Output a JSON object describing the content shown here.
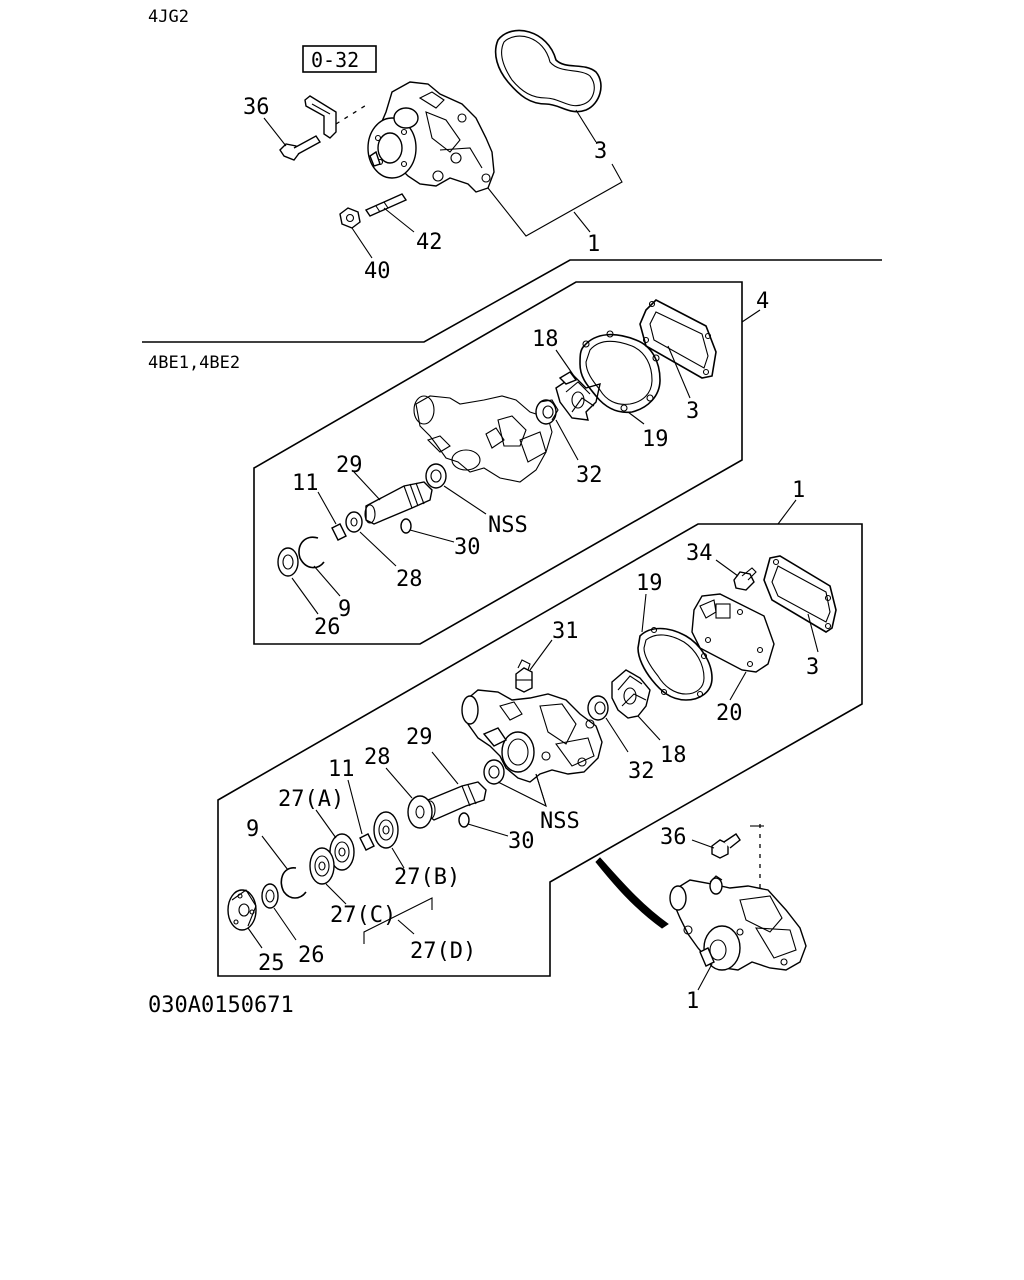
{
  "sections": {
    "top": "4JG2",
    "middle": "4BE1,4BE2"
  },
  "ref_box": "0-32",
  "figure_id": "030A0150671",
  "callouts": {
    "top": {
      "c36": "36",
      "c3": "3",
      "c1": "1",
      "c42": "42",
      "c40": "40"
    },
    "middle": {
      "c4": "4",
      "c18": "18",
      "c3": "3",
      "c19": "19",
      "c32": "32",
      "c29": "29",
      "c11": "11",
      "cNSS": "NSS",
      "c30": "30",
      "c28": "28",
      "c9": "9",
      "c26": "26"
    },
    "bottom": {
      "c1": "1",
      "c34": "34",
      "c19": "19",
      "c31": "31",
      "c3": "3",
      "c20": "20",
      "c18": "18",
      "c32": "32",
      "c29": "29",
      "c28": "28",
      "c11": "11",
      "c27A": "27(A)",
      "c9": "9",
      "cNSS": "NSS",
      "c30": "30",
      "c27B": "27(B)",
      "c27C": "27(C)",
      "c27D": "27(D)",
      "c25": "25",
      "c26": "26",
      "c36": "36",
      "c1b": "1"
    }
  }
}
